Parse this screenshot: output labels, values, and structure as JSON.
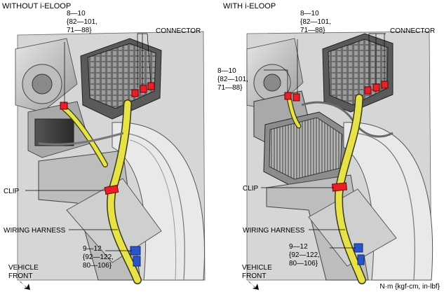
{
  "panels": {
    "left": {
      "title": "WITHOUT i-ELOOP",
      "torque_top": [
        "8—10",
        "{82—101,",
        "71—88}"
      ],
      "connector": "CONNECTOR",
      "clip": "CLIP",
      "harness": "WIRING HARNESS",
      "torque_bottom": [
        "9—12",
        "{92—122,",
        "80—106}"
      ],
      "front": [
        "VEHICLE",
        "FRONT"
      ]
    },
    "right": {
      "title": "WITH i-ELOOP",
      "torque_top": [
        "8—10",
        "{82—101,",
        "71—88}"
      ],
      "torque_side": [
        "8—10",
        "{82—101,",
        "71—88}"
      ],
      "connector": "CONNECTOR",
      "clip": "CLIP",
      "harness": "WIRING HARNESS",
      "torque_bottom": [
        "9—12",
        "{92—122,",
        "80—106}"
      ],
      "front": [
        "VEHICLE",
        "FRONT"
      ]
    }
  },
  "units": "N·m {kgf-cm, in-lbf}",
  "colors": {
    "harness": "#e8e24a",
    "clip": "#e8202a",
    "bolt_blue": "#2a55c8",
    "metal": "#c9c9c9"
  }
}
